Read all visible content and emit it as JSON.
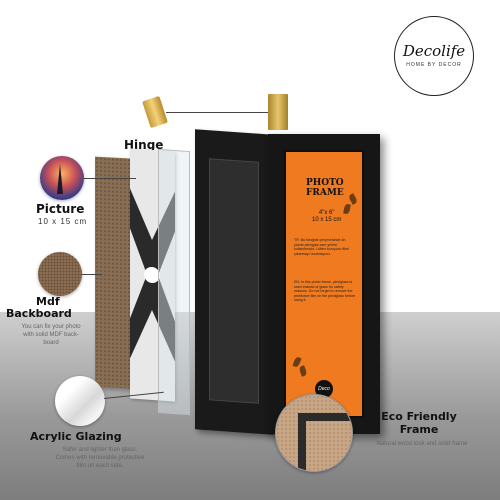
{
  "brand": {
    "name": "Decolife",
    "tagline": "HOME BY DECOR"
  },
  "callouts": {
    "hinge": {
      "title": "Hinge"
    },
    "picture": {
      "title": "Picture",
      "size": "10 x 15 cm"
    },
    "mdf": {
      "title_line1": "Mdf",
      "title_line2": "Backboard",
      "desc_line1": "You can fix your photo",
      "desc_line2": "with solid MDF back-",
      "desc_line3": "board"
    },
    "acrylic": {
      "title": "Acrylic Glazing",
      "desc_line1": "Safer and lighter than glass.",
      "desc_line2": "Comes with removable protective",
      "desc_line3": "film on each side."
    },
    "eco": {
      "title_line1": "Eco Friendly",
      "title_line2": "Frame",
      "desc": "Natural wood look and solid frame"
    }
  },
  "insert": {
    "title_line1": "PHOTO",
    "title_line2": "FRAME",
    "size_in": "4\"x 6\"",
    "size_cm": "10 x 15 cm",
    "logo": "Deco",
    "para1": "TR: Bu fotoğraf çerçevesinde ön yüzde plexiglas cam yerine kullanılmıştır. Lütfen koruyucu filmi çıkarmayı unutmayınız.",
    "para2": "EN: In this photo frame, plexiglass is used instead of glass for safety reasons. Do not forget to remove the protective film on the plexiglass before using it."
  },
  "colors": {
    "accent": "#f07a1f",
    "frame": "#161616",
    "floor": "#8f8f8f"
  }
}
